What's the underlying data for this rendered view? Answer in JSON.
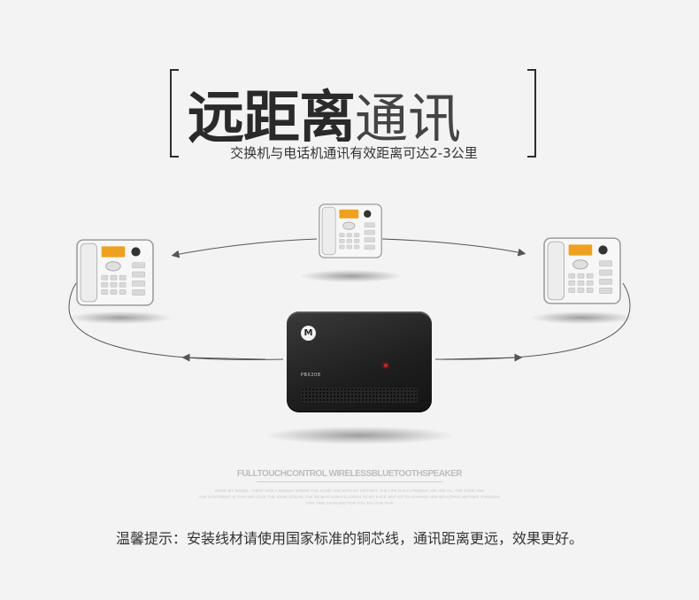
{
  "title": {
    "bold_part": "远距离",
    "light_part": "通讯",
    "subtitle": "交换机与电话机通讯有效距离可达2-3公里"
  },
  "devices": {
    "pbx": {
      "brand_logo_letter": "M",
      "model": "PBX208"
    }
  },
  "fine_print": {
    "heading": "FULLTOUCHCONTROL WIRELESSBLUETOOTHSPEAKER",
    "lines": [
      "WHEN MY MODEL, THIRD SIDE A WOMAN WHERE THE SAME AGE WITH MY MOTHER, THE LIFE IS EXCITEMENT, WE ARE ALL THE SAME AGE",
      "THE CONTINENT IS THAT WE LOVE THE SAME OCEAN, THE WOMAN ALWAYS LOOKS TO MY FACE, BUT GO TO CHANGE HER BEAUTIFUL MOTHER THROUGH",
      "THIS TIME CHANGED FOR YOU TO LOVE THIS"
    ]
  },
  "notice": "温馨提示：安装线材请使用国家标准的铜芯线，通讯距离更远，效果更好。",
  "colors": {
    "background": "#f3f3f3",
    "title_dark": "#2a2a2a",
    "lcd_orange": "#f0a020",
    "pbx_body": "#1e1e1e",
    "arrow": "#555555"
  }
}
